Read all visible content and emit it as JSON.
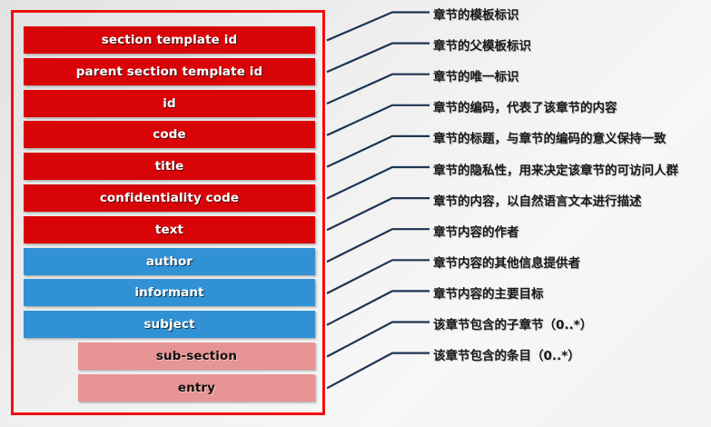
{
  "diagram": {
    "title": "section structure field list",
    "colors": {
      "red_field": "#d90408",
      "blue_field": "#3091d4",
      "pink_field": "#e79494",
      "frame_border": "#ee1010",
      "connector_line": "#1d3551",
      "background_light": "#f7f7f7",
      "background_dark": "#e2e2e2"
    },
    "fields": [
      {
        "label": "section template id",
        "color": "red",
        "indent": false
      },
      {
        "label": "parent section template id",
        "color": "red",
        "indent": false
      },
      {
        "label": "id",
        "color": "red",
        "indent": false
      },
      {
        "label": "code",
        "color": "red",
        "indent": false
      },
      {
        "label": "title",
        "color": "red",
        "indent": false
      },
      {
        "label": "confidentiality code",
        "color": "red",
        "indent": false
      },
      {
        "label": "text",
        "color": "red",
        "indent": false
      },
      {
        "label": "author",
        "color": "blue",
        "indent": false
      },
      {
        "label": "informant",
        "color": "blue",
        "indent": false
      },
      {
        "label": "subject",
        "color": "blue",
        "indent": false
      },
      {
        "label": "sub-section",
        "color": "pink",
        "indent": true
      },
      {
        "label": "entry",
        "color": "pink",
        "indent": true
      }
    ],
    "annotations": [
      "章节的模板标识",
      "章节的父模板标识",
      "章节的唯一标识",
      "章节的编码，代表了该章节的内容",
      "章节的标题，与章节的编码的意义保持一致",
      "章节的隐私性，用来决定该章节的可访问人群",
      "章节的内容，以自然语言文本进行描述",
      "章节内容的作者",
      "章节内容的其他信息提供者",
      "章节内容的主要目标",
      "该章节包含的子章节（0..*）",
      "该章节包含的条目（0..*）"
    ]
  }
}
